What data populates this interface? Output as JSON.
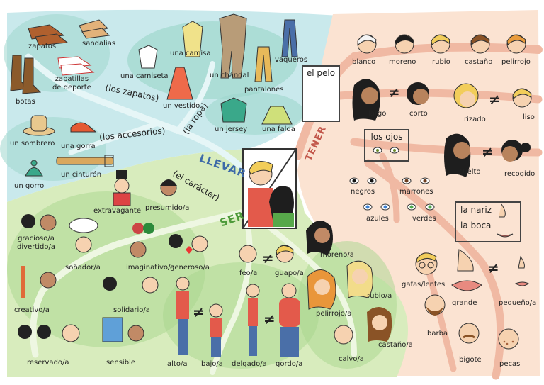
{
  "verbs": {
    "llevar": "LLEVAR",
    "ser": "SER",
    "tener": "TENER"
  },
  "branches": {
    "zapatos": "(los zapatos)",
    "ropa": "(la ropa)",
    "accesorios": "(los accesorios)",
    "caracter": "(el carácter)"
  },
  "boxes": {
    "pelo": "el pelo",
    "ojos": "los ojos",
    "nariz": "la nariz",
    "boca": "la boca"
  },
  "shoes": {
    "zapatos": "zapatos",
    "sandalias": "sandalias",
    "zapatillas_1": "zapatillas",
    "zapatillas_2": "de deporte",
    "botas": "botas"
  },
  "clothes": {
    "camisa": "una camisa",
    "camiseta": "una camiseta",
    "vestido": "un vestido",
    "chandal": "un chándal",
    "vaqueros": "vaqueros",
    "pantalones": "pantalones",
    "jersey": "un jersey",
    "falda": "una falda"
  },
  "accessories": {
    "sombrero": "un sombrero",
    "gorra": "una gorra",
    "cinturon": "un cinturón",
    "gorro": "un gorro"
  },
  "character": {
    "extravagante": "extravagante",
    "presumido": "presumido/a",
    "gracioso_1": "gracioso/a",
    "gracioso_2": "divertido/a",
    "sonador": "soñador/a",
    "imaginativo": "imaginativo/a",
    "generoso": "generoso/a",
    "creativo": "creativo/a",
    "solidario": "solidario/a",
    "reservado": "reservado/a",
    "sensible": "sensible"
  },
  "appearance": {
    "feo": "feo/a",
    "guapo": "guapo/a",
    "moreno": "moreno/a",
    "rubio": "rubio/a",
    "pelirrojo": "pelirrojo/a",
    "castano": "castaño/a",
    "calvo": "calvo/a",
    "alto": "alto/a",
    "bajo": "bajo/a",
    "delgado": "delgado/a",
    "gordo": "gordo/a"
  },
  "hair": {
    "blanco": "blanco",
    "moreno": "moreno",
    "rubio": "rubio",
    "castano": "castaño",
    "pelirrojo": "pelirrojo",
    "largo": "largo",
    "corto": "corto",
    "rizado": "rizado",
    "liso": "liso",
    "suelto": "suelto",
    "recogido": "recogido"
  },
  "eyes": {
    "negros": "negros",
    "marrones": "marrones",
    "azules": "azules",
    "verdes": "verdes"
  },
  "face": {
    "gafas": "gafas/lentes",
    "grande": "grande",
    "pequeno": "pequeño/a",
    "barba": "barba",
    "bigote": "bigote",
    "pecas": "pecas"
  },
  "symbols": {
    "not_equal": "≠"
  },
  "colors": {
    "blue_region": "#c9e9ec",
    "blue_blob": "#9fd7cd",
    "green_region": "#d8ecbd",
    "green_blob": "#a8d68e",
    "peach_region": "#fbe3d2",
    "peach_road": "#f0b9a3",
    "verb_blue": "#3d6aa8",
    "verb_green": "#4d9a3a",
    "verb_red": "#c2574b"
  }
}
